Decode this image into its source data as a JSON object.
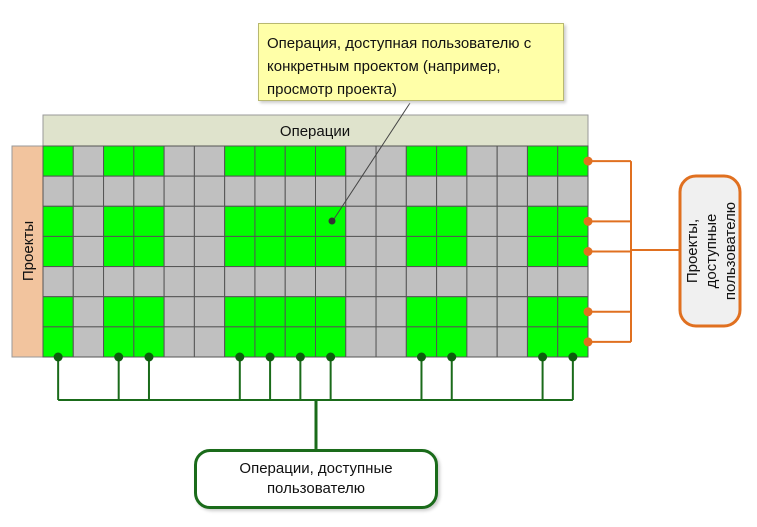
{
  "callout": {
    "text": "Операция, доступная пользователю с конкретным проектом (например, просмотр проекта)"
  },
  "header": {
    "operations_label": "Операции"
  },
  "side": {
    "projects_label": "Проекты"
  },
  "right_box": {
    "lines": [
      "Проекты,",
      "доступные",
      "пользователю"
    ]
  },
  "bottom_box": {
    "text": "Операции, доступные пользователю"
  },
  "matrix": {
    "columns": 18,
    "rows": 7,
    "allowed_columns": [
      0,
      2,
      3,
      6,
      7,
      8,
      9,
      12,
      13,
      16,
      17
    ],
    "allowed_rows": [
      0,
      2,
      3,
      5,
      6
    ],
    "highlighted_cell": [
      2,
      9
    ]
  },
  "colors": {
    "green": "#00ff00",
    "gray": "#c0c0c0",
    "orange": "#e07020",
    "dark_green": "#1a6b1a",
    "header": "#dfe3cc",
    "side": "#f2c49e"
  }
}
